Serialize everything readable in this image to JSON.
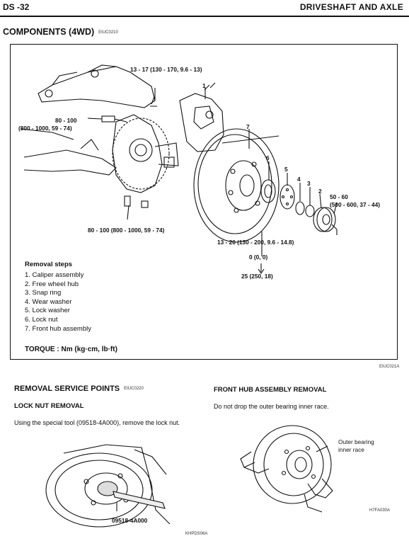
{
  "header": {
    "page_id": "DS -32",
    "chapter": "DRIVESHAFT AND AXLE"
  },
  "components": {
    "title": "COMPONENTS (4WD)",
    "code": "EIUC0210",
    "torque_labels": {
      "top": "13 - 17 (130 - 170, 9.6 - 13)",
      "left_1": "80 - 100",
      "left_2": "(800 - 1000, 59 - 74)",
      "bottom_left": "80 - 100 (800 - 1000, 59 - 74)",
      "right_1": "50 - 60",
      "right_2": "(500 - 600, 37 - 44)",
      "center": "13 - 20 (130 - 200, 9.6 - 14.8)",
      "zero": "0 (0, 0)",
      "final": "25 (250, 18)"
    },
    "callouts": [
      "1",
      "2",
      "3",
      "4",
      "5",
      "6",
      "7"
    ],
    "steps_title": "Removal steps",
    "steps": [
      "1.  Caliper assembly",
      "2.  Free wheel hub",
      "3.  Snap ring",
      "4.  Wear washer",
      "5.  Lock washer",
      "6.  Lock nut",
      "7.  Front hub assembly"
    ],
    "torque_unit": "TORQUE : Nm (kg·cm, lb·ft)",
    "figure_code": "EIUC021A"
  },
  "removal": {
    "title": "REMOVAL SERVICE POINTS",
    "code": "EIUC0220",
    "lock_nut": {
      "title": "LOCK NUT REMOVAL",
      "text": "Using the special tool (09518-4A000), remove the lock nut.",
      "tool_label": "09518-4A000",
      "figure_code": "KHPDS06A"
    },
    "hub": {
      "title": "FRONT HUB ASSEMBLY REMOVAL",
      "text": "Do not drop the outer bearing inner race.",
      "callout_1": "Outer bearing",
      "callout_2": "inner race",
      "figure_code": "H7FA030A"
    }
  }
}
